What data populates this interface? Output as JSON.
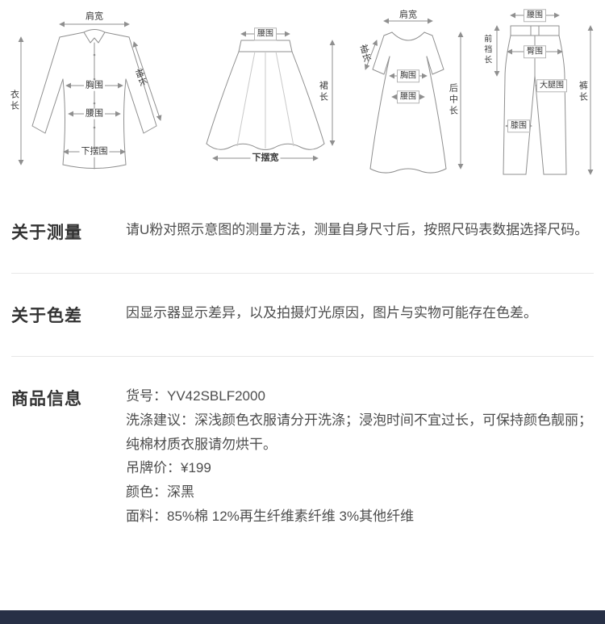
{
  "size_guide": {
    "shirt": {
      "shoulder": "肩宽",
      "length": "衣长",
      "chest": "胸围",
      "waist": "腰围",
      "hem": "下摆围",
      "sleeve": "袖长"
    },
    "skirt": {
      "waist": "腰围",
      "length": "裙长",
      "hem_width": "下摆宽"
    },
    "dress": {
      "shoulder": "肩宽",
      "chest": "胸围",
      "waist": "腰围",
      "sleeve": "袖长",
      "back_length": "后中长"
    },
    "pants": {
      "waist": "腰围",
      "front_rise": "前裆长",
      "hip": "臀围",
      "thigh": "大腿围",
      "knee": "膝围",
      "length": "裤长"
    }
  },
  "sections": [
    {
      "heading": "关于测量",
      "lines": [
        "请U粉对照示意图的测量方法，测量自身尺寸后，按照尺码表数据选择尺码。"
      ]
    },
    {
      "heading": "关于色差",
      "lines": [
        "因显示器显示差异，以及拍摄灯光原因，图片与实物可能存在色差。"
      ]
    },
    {
      "heading": "商品信息",
      "lines": [
        "货号：YV42SBLF2000",
        "洗涤建议：深浅颜色衣服请分开洗涤；浸泡时间不宜过长，可保持颜色靓丽；纯棉材质衣服请勿烘干。",
        "吊牌价：¥199",
        "颜色：深黑",
        "面料：85%棉 12%再生纤维素纤维 3%其他纤维"
      ]
    }
  ],
  "colors": {
    "footer_bar": "#273046",
    "divider": "#e7e7e7",
    "heading_text": "#333333",
    "body_text": "#4d4d4d",
    "diagram_line": "#8f8f8f"
  }
}
